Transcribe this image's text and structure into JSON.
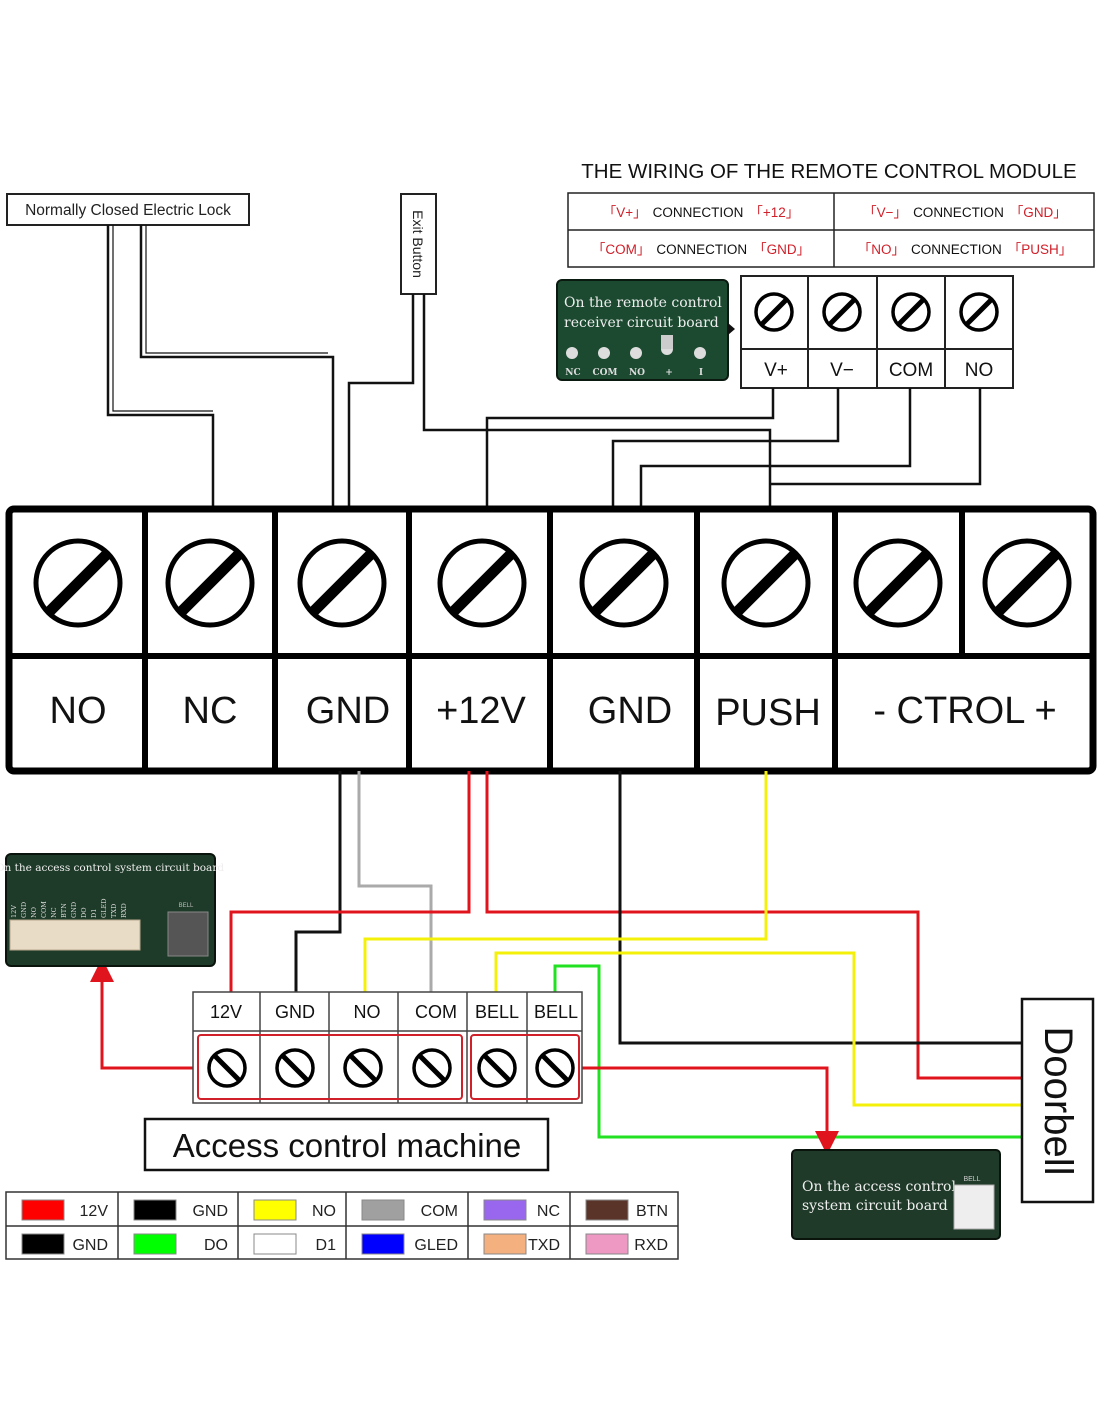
{
  "remote_module": {
    "title": "THE WIRING OF THE REMOTE CONTROL MODULE",
    "rules": [
      {
        "from": "「V+」",
        "word": "CONNECTION",
        "to": "「+12」"
      },
      {
        "from": "「V−」",
        "word": "CONNECTION",
        "to": "「GND」"
      },
      {
        "from": "「COM」",
        "word": "CONNECTION",
        "to": "「GND」"
      },
      {
        "from": "「NO」",
        "word": "CONNECTION",
        "to": "「PUSH」"
      }
    ],
    "board_caption_line1": "On the remote control",
    "board_caption_line2": "receiver circuit board",
    "board_pins": [
      "NC",
      "COM",
      "NO",
      "+",
      "I"
    ],
    "terminals": [
      "V+",
      "V−",
      "COM",
      "NO"
    ]
  },
  "lock_label": "Normally Closed Electric Lock",
  "exit_label": "Exit Button",
  "main_terminal": {
    "labels": [
      "NO",
      "NC",
      "GND",
      "+12V",
      "GND",
      "PUSH",
      "- CTROL +"
    ]
  },
  "access_board_top": {
    "caption": "On the access control system circuit board",
    "pins": [
      "12V",
      "GND",
      "NO",
      "COM",
      "NC",
      "BTN",
      "GND",
      "DO",
      "D1",
      "GLED",
      "TXD",
      "RXD"
    ],
    "bell": "BELL"
  },
  "access_machine": {
    "terminals": [
      "12V",
      "GND",
      "NO",
      "COM",
      "BELL",
      "BELL"
    ],
    "label": "Access control machine"
  },
  "access_board_bottom": {
    "caption_line1": "On the access control",
    "caption_line2": "system circuit board",
    "bell": "BELL"
  },
  "doorbell_label": "Doorbell",
  "wire_colors": {
    "power": "#e0141c",
    "ground": "#111111",
    "no": "#f5f00a",
    "com": "#a8a8a8",
    "bell": "#22e022"
  },
  "legend": [
    {
      "label": "12V",
      "color": "#ff0000"
    },
    {
      "label": "GND",
      "color": "#000000"
    },
    {
      "label": "NO",
      "color": "#ffff00"
    },
    {
      "label": "COM",
      "color": "#a0a0a0"
    },
    {
      "label": "NC",
      "color": "#9966ee"
    },
    {
      "label": "BTN",
      "color": "#5a3428"
    },
    {
      "label": "GND",
      "color": "#000000"
    },
    {
      "label": "DO",
      "color": "#00ff00"
    },
    {
      "label": "D1",
      "color": "#ffffff"
    },
    {
      "label": "GLED",
      "color": "#0000ff"
    },
    {
      "label": "TXD",
      "color": "#f5b07f"
    },
    {
      "label": "RXD",
      "color": "#ee99c4"
    }
  ]
}
